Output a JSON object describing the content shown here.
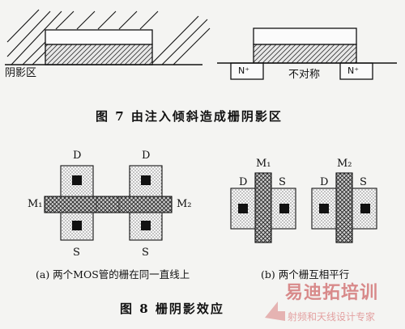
{
  "fig7": {
    "title": "图 7    由注入倾斜造成栅阴影区",
    "shadow_label": "阴影区",
    "asym_label": "不对称",
    "n_left": "N⁺",
    "n_right": "N⁺"
  },
  "fig8": {
    "title": "图 8    栅阴影效应",
    "a": {
      "caption": "(a)  两个MOS管的栅在同一直线上",
      "d1": "D",
      "d2": "D",
      "s1": "S",
      "s2": "S",
      "m1": "M₁",
      "m2": "M₂"
    },
    "b": {
      "caption": "(b)  两个栅互相平行",
      "m1": "M₁",
      "m2": "M₂",
      "d1": "D",
      "s1": "S",
      "d2": "D",
      "s2": "S"
    }
  },
  "watermark": {
    "brand": "易迪拓培训",
    "slogan": "射频和天线设计专家"
  },
  "colors": {
    "background": "#f4f4f2",
    "ink": "#111111",
    "watermark": "#d88a8a"
  }
}
